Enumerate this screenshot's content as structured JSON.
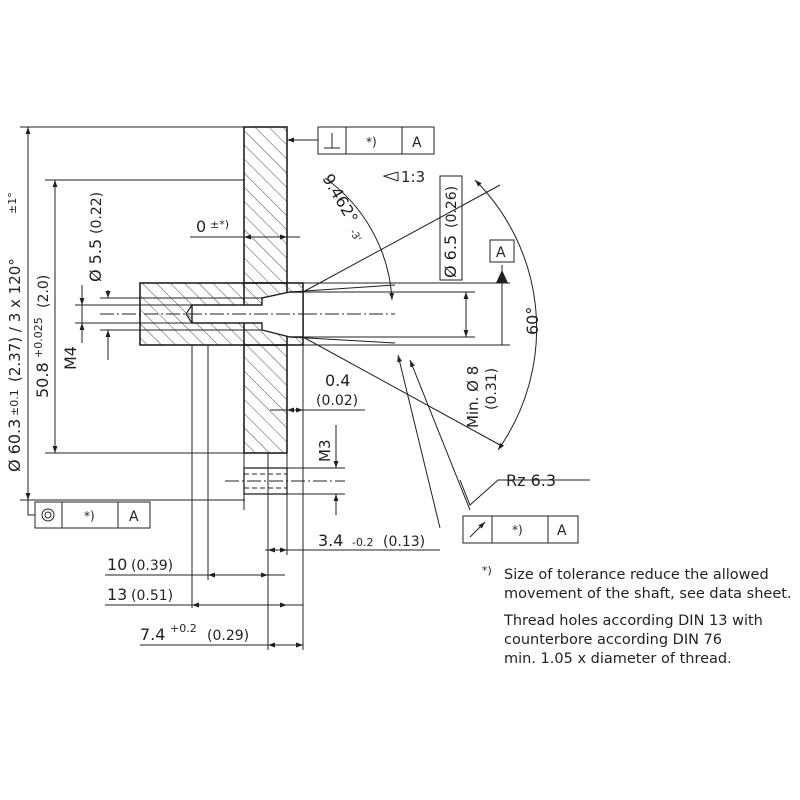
{
  "dimensions": {
    "tir": "0",
    "tir_tol": "±*)",
    "d_5_5": "Ø 5.5",
    "d_5_5_in": "(0.22)",
    "d_6_5": "Ø 6.5",
    "d_6_5_in": "(0.26)",
    "angle_9462": "9.462°",
    "angle_9462_tol": "-3'",
    "taper": "1:3",
    "d_60_3": "Ø 60.3",
    "d_60_3_tol": "±0.1",
    "d_60_3_in": "(2.37) / 3 x 120°",
    "d_60_3_tol2": "±1°",
    "d_50_8": "50.8",
    "d_50_8_tol": "+0.025",
    "d_50_8_in": "(2.0)",
    "m4": "M4",
    "m3": "M3",
    "min_d8": "Min. Ø 8",
    "min_d8_in": "(0.31)",
    "angle_60": "60°",
    "d_0_4": "0.4",
    "d_0_4_in": "(0.02)",
    "rz": "Rz 6.3",
    "d_3_4": "3.4",
    "d_3_4_tol": "-0.2",
    "d_3_4_in": "(0.13)",
    "d_10": "10",
    "d_10_in": "(0.39)",
    "d_13": "13",
    "d_13_in": "(0.51)",
    "d_7_4": "7.4",
    "d_7_4_tol": "+0.2",
    "d_7_4_in": "(0.29)"
  },
  "frames": {
    "perp_star": "*)",
    "perp_datum": "A",
    "conc_star": "*)",
    "conc_datum": "A",
    "runout_star": "*)",
    "runout_datum": "A",
    "datum_label": "A"
  },
  "notes": {
    "footnote_mark": "*)",
    "footnote_line1": "Size of tolerance reduce the allowed",
    "footnote_line2": "movement of the shaft, see data sheet.",
    "thread_line1": "Thread holes according DIN 13 with",
    "thread_line2": "counterbore according DIN 76",
    "thread_line3": "min. 1.05 x diameter of thread."
  },
  "icons": [
    "perpendicularity-icon",
    "concentricity-icon",
    "circular-runout-icon",
    "taper-icon",
    "datum-triangle-icon"
  ]
}
